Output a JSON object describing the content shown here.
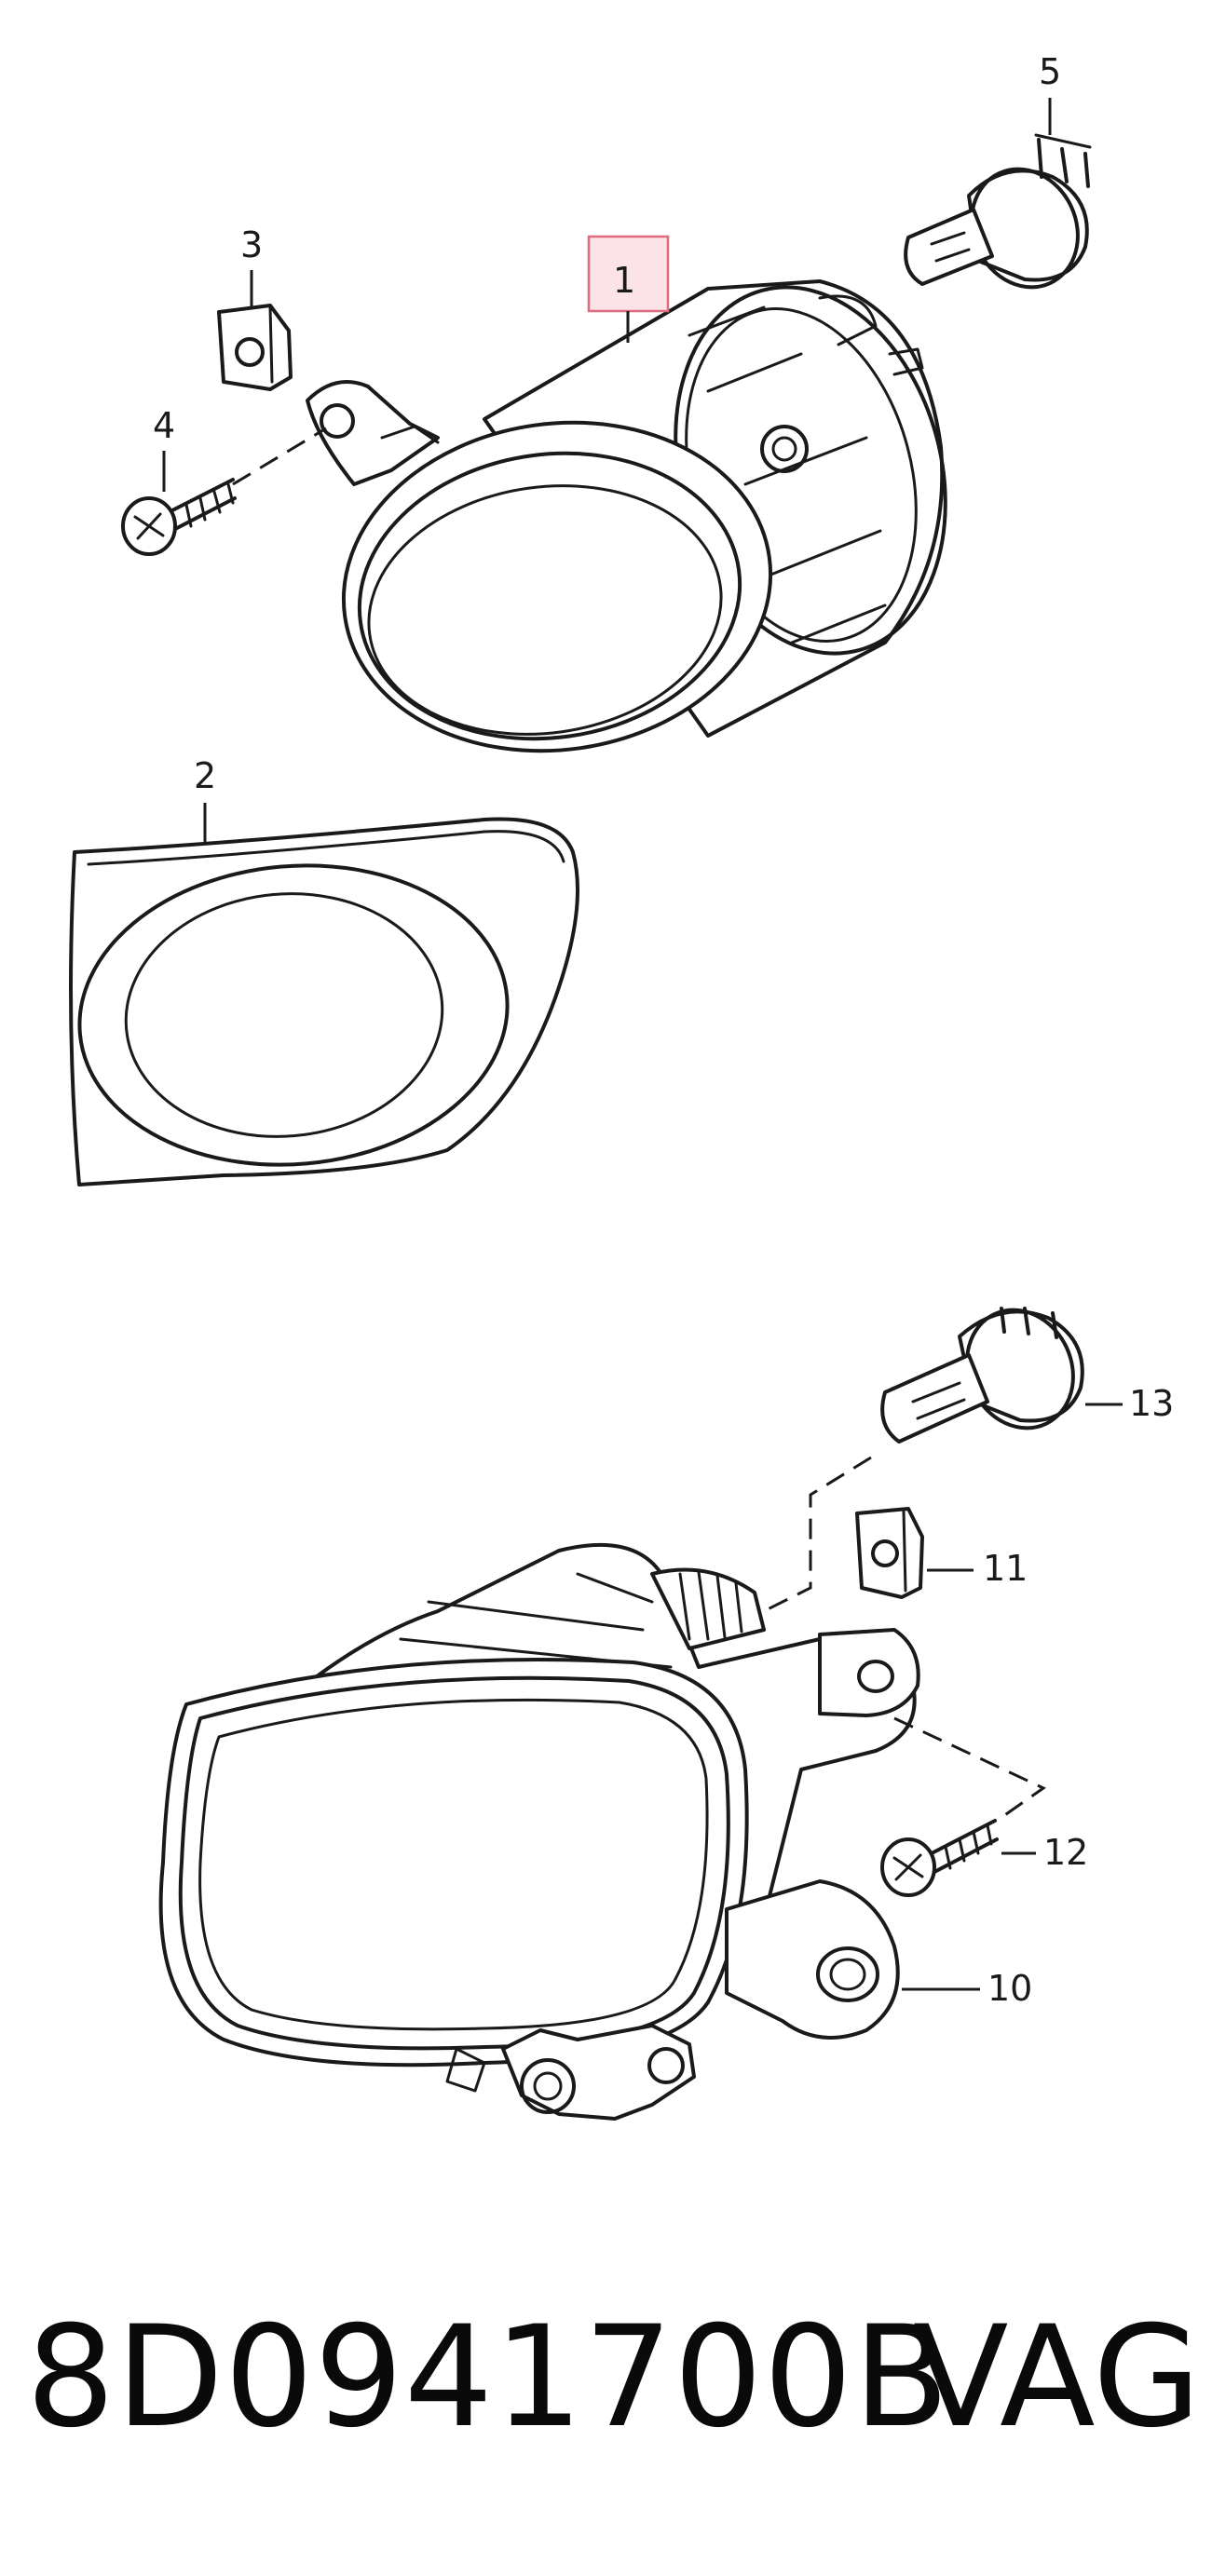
{
  "diagram": {
    "callouts": {
      "c1": "1",
      "c2": "2",
      "c3": "3",
      "c4": "4",
      "c5": "5",
      "c10": "10",
      "c11": "11",
      "c12": "12",
      "c13": "13"
    },
    "highlighted_callout": "1",
    "highlight_color": "#fbe3e8"
  },
  "caption": {
    "part_number": "8D0941700B",
    "brand": "VAG"
  }
}
